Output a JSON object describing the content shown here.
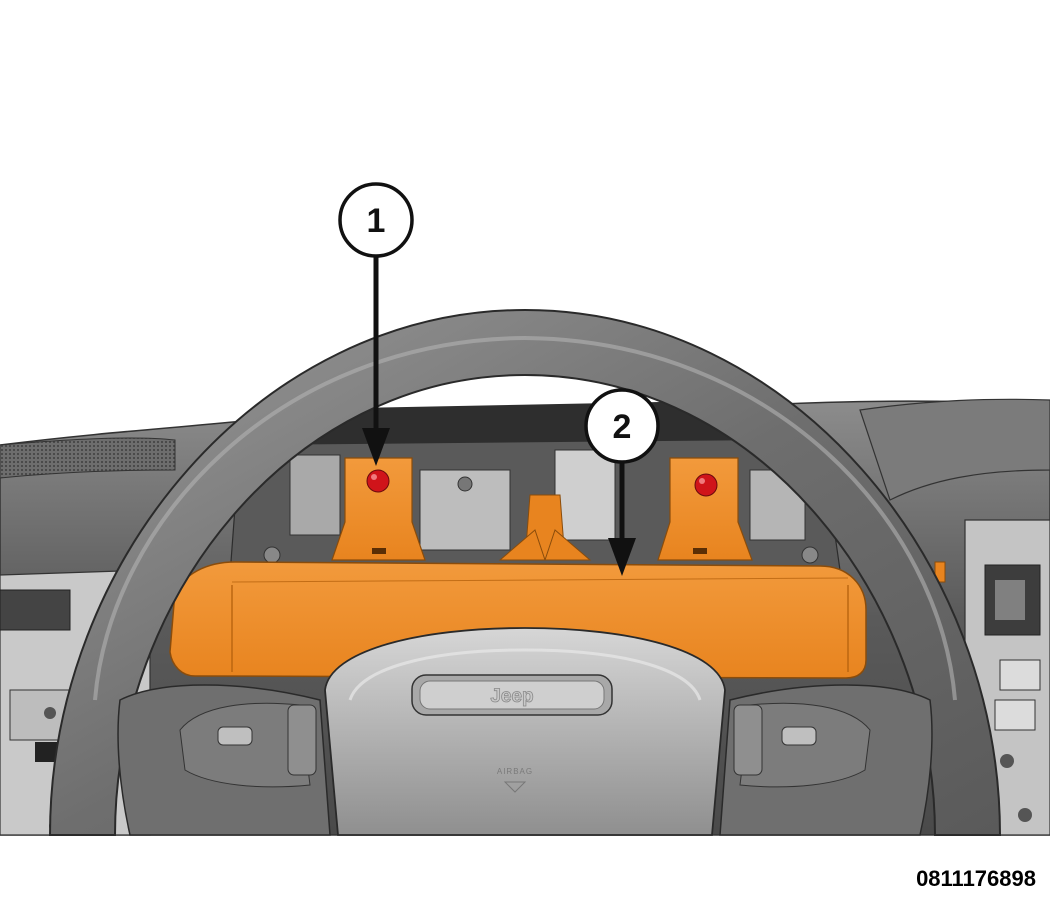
{
  "figure": {
    "id": "0811176898",
    "colors": {
      "highlight": "#ee8a24",
      "highlight_dark": "#c96f14",
      "fastener": "#d0141a",
      "trim": "#4a4a4a"
    }
  },
  "callouts": [
    {
      "number": "1"
    },
    {
      "number": "2"
    }
  ],
  "wheel": {
    "logo": "Jeep",
    "airbag_label": "AIRBAG"
  }
}
